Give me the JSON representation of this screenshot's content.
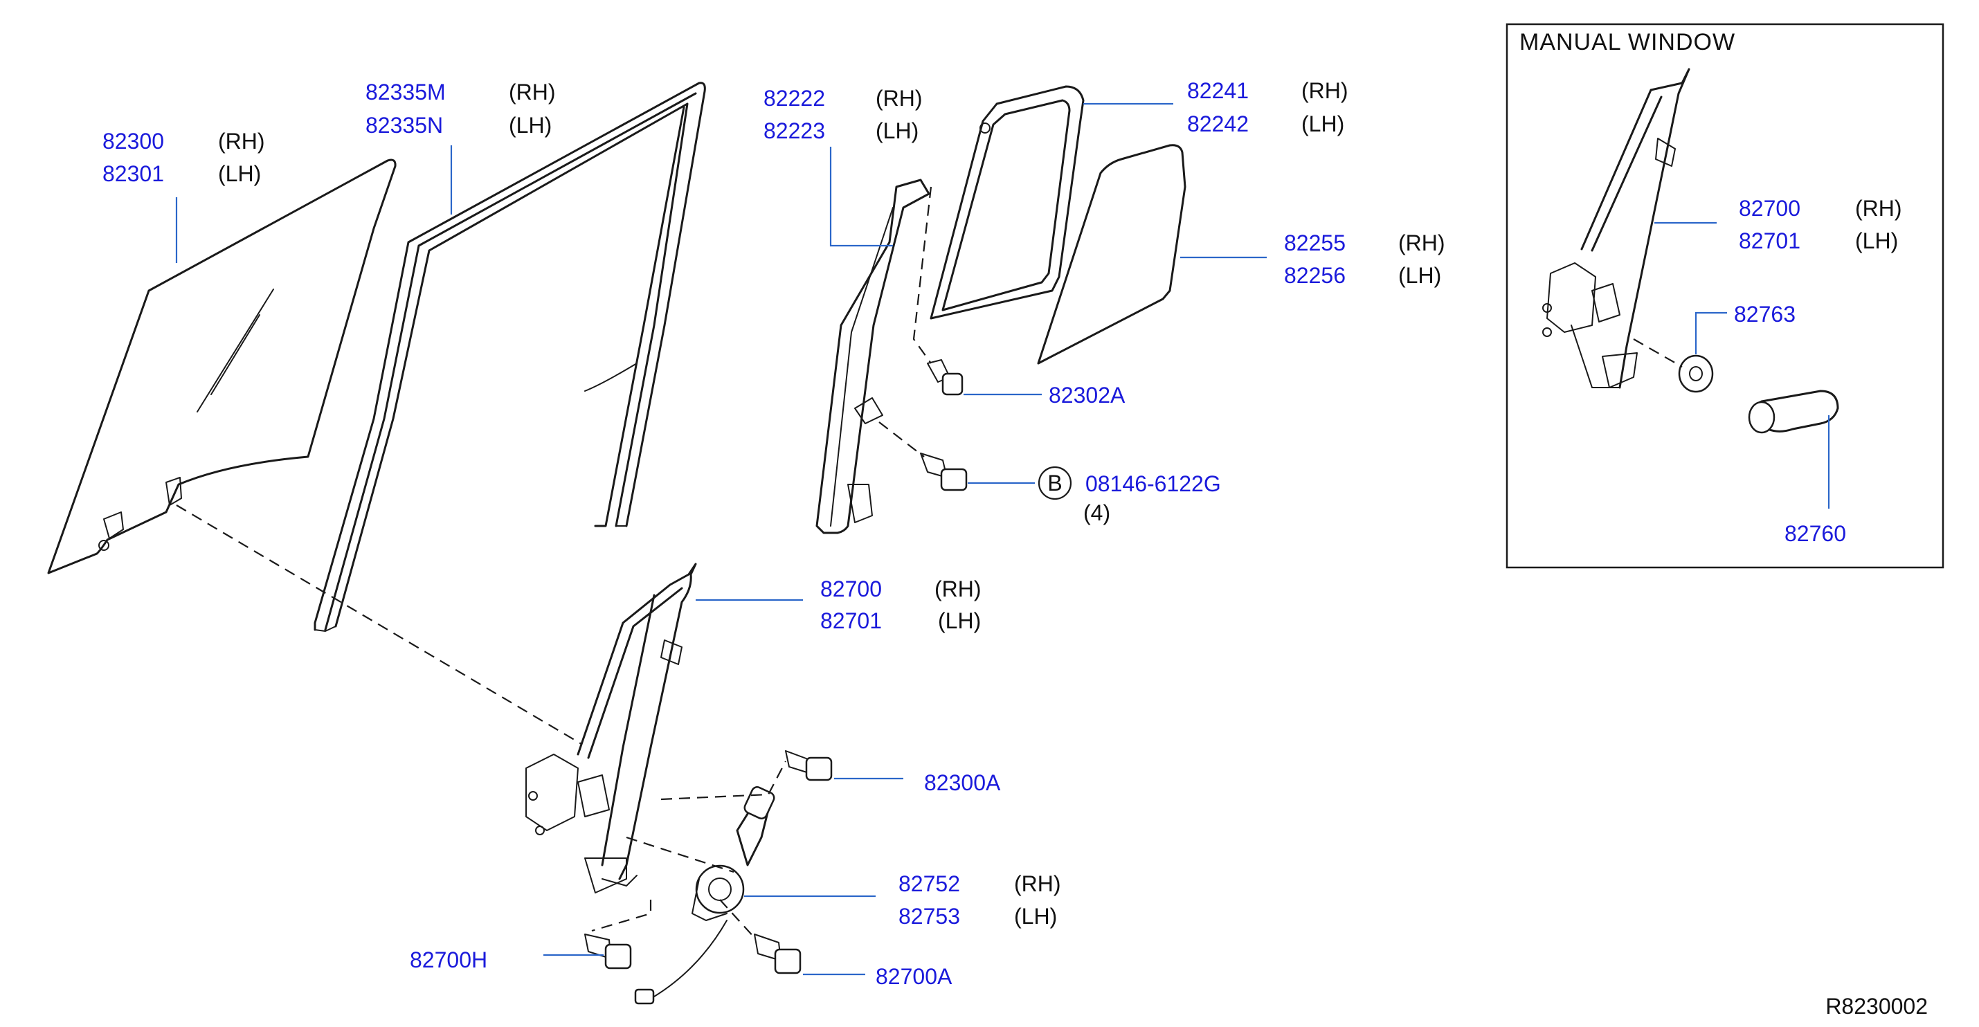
{
  "inset": {
    "title": "MANUAL   WINDOW"
  },
  "reference": "R8230002",
  "callouts": [
    {
      "id": "glass",
      "part": "82300",
      "side": "(RH)"
    },
    {
      "id": "glass-lh",
      "part": "82301",
      "side": "(LH)"
    },
    {
      "id": "run-channel",
      "part": "82335M",
      "side": "(RH)"
    },
    {
      "id": "run-channel-lh",
      "part": "82335N",
      "side": "(LH)"
    },
    {
      "id": "sash",
      "part": "82222",
      "side": "(RH)"
    },
    {
      "id": "sash-lh",
      "part": "82223",
      "side": "(LH)"
    },
    {
      "id": "weatherstrip",
      "part": "82241",
      "side": "(RH)"
    },
    {
      "id": "weatherstrip-lh",
      "part": "82242",
      "side": "(LH)"
    },
    {
      "id": "partition-glass",
      "part": "82255",
      "side": "(RH)"
    },
    {
      "id": "partition-glass-lh",
      "part": "82256",
      "side": "(LH)"
    },
    {
      "id": "bolt-82302a",
      "part": "82302A",
      "side": ""
    },
    {
      "id": "bolt-b",
      "part": "08146-6122G",
      "side": "(4)",
      "badge": "B"
    },
    {
      "id": "regulator",
      "part": "82700",
      "side": "(RH)"
    },
    {
      "id": "regulator-lh",
      "part": "82701",
      "side": "(LH)"
    },
    {
      "id": "bolt-82300a",
      "part": "82300A",
      "side": ""
    },
    {
      "id": "motor",
      "part": "82752",
      "side": "(RH)"
    },
    {
      "id": "motor-lh",
      "part": "82753",
      "side": "(LH)"
    },
    {
      "id": "bolt-82700h",
      "part": "82700H",
      "side": ""
    },
    {
      "id": "bolt-82700a",
      "part": "82700A",
      "side": ""
    },
    {
      "id": "manual-regulator",
      "part": "82700",
      "side": "(RH)"
    },
    {
      "id": "manual-regulator-lh",
      "part": "82701",
      "side": "(LH)"
    },
    {
      "id": "escutcheon",
      "part": "82763",
      "side": ""
    },
    {
      "id": "handle",
      "part": "82760",
      "side": ""
    }
  ]
}
